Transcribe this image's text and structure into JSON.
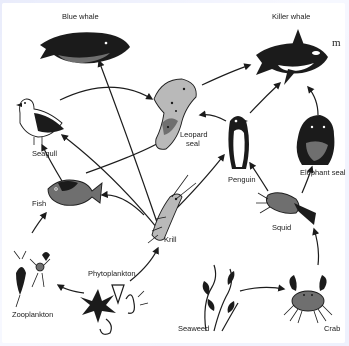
{
  "diagram": {
    "organisms": {
      "blue_whale": "Blue whale",
      "killer_whale": "Killer whale",
      "seagull": "Seagull",
      "leopard_seal_1": "Leopard",
      "leopard_seal_2": "seal",
      "penguin": "Penguin",
      "elephant_seal": "Elephant seal",
      "fish": "Fish",
      "krill": "Krill",
      "squid": "Squid",
      "phytoplankton": "Phytoplankton",
      "zooplankton": "Zooplankton",
      "seaweed": "Seaweed",
      "crab": "Crab"
    },
    "edge_fragment": "m",
    "colors": {
      "ink": "#1b1b1b",
      "background_tint": "#e9ecfb"
    }
  }
}
